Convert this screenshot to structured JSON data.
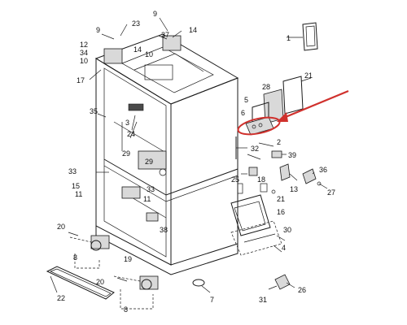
{
  "diagram": {
    "labels": [
      "1",
      "2",
      "3",
      "4",
      "5",
      "6",
      "7",
      "8",
      "8",
      "9",
      "9",
      "10",
      "10",
      "11",
      "11",
      "12",
      "13",
      "14",
      "14",
      "15",
      "16",
      "17",
      "18",
      "19",
      "20",
      "20",
      "21",
      "21",
      "22",
      "23",
      "24",
      "25",
      "26",
      "27",
      "28",
      "29",
      "29",
      "30",
      "31",
      "32",
      "33",
      "33",
      "34",
      "35",
      "36",
      "37",
      "38",
      "39"
    ],
    "highlight_color": "#d0312d",
    "line_color": "#1a1a1a"
  }
}
